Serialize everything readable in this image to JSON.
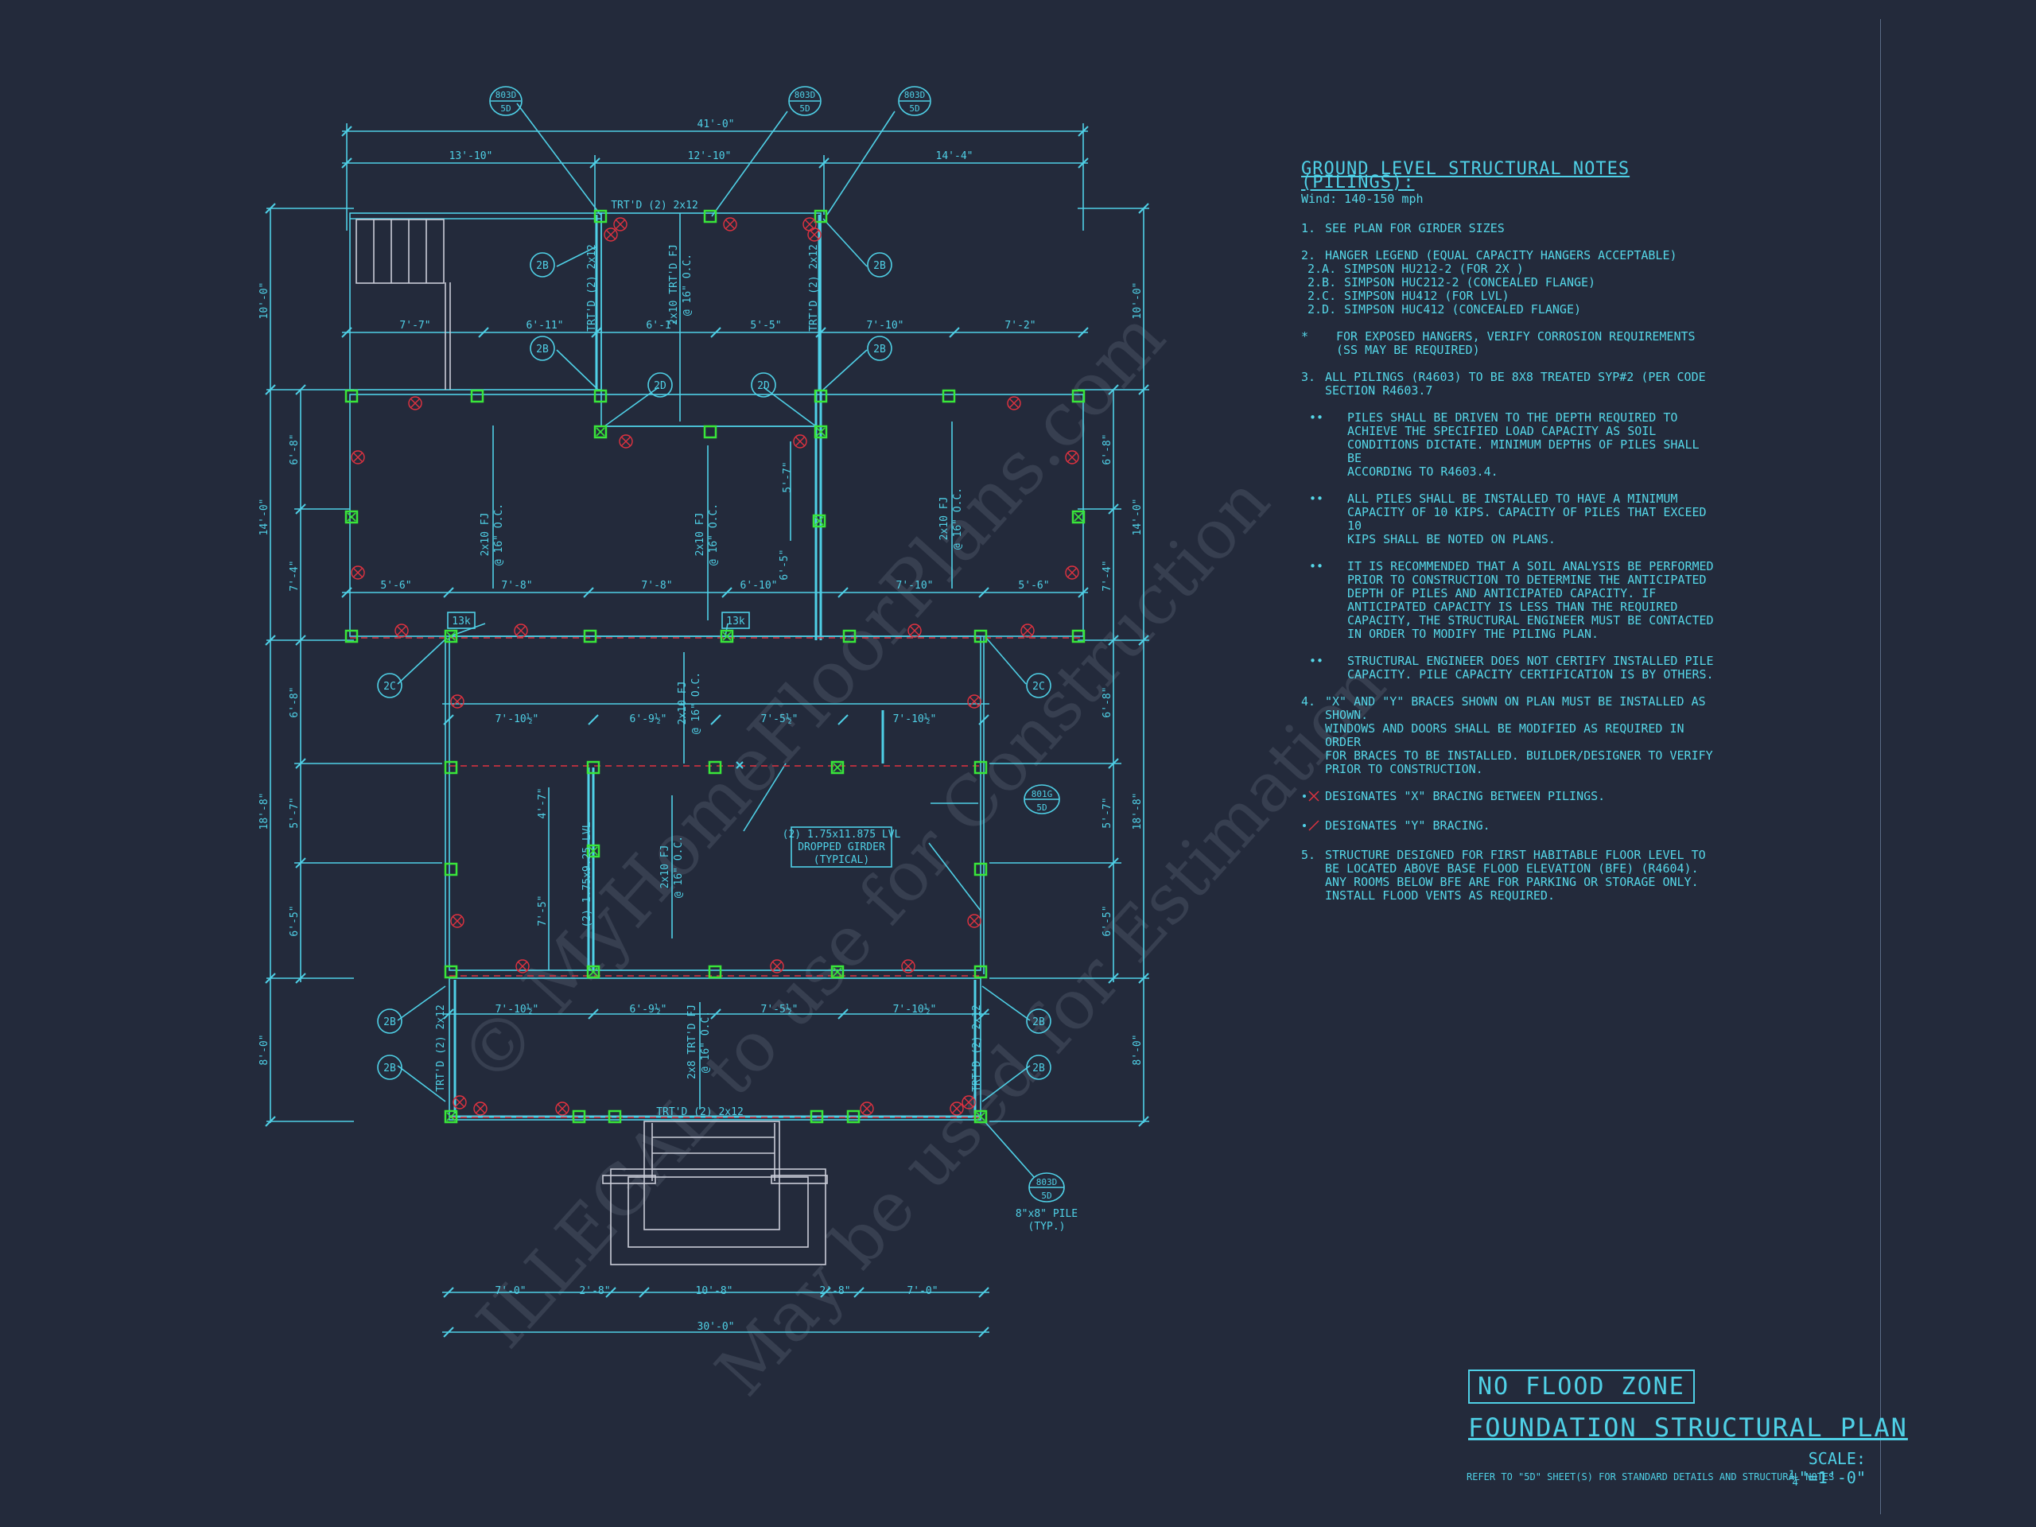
{
  "notes": {
    "title": "GROUND LEVEL STRUCTURAL NOTES (PILINGS):",
    "wind": "Wind: 140-150 mph",
    "n1_num": "1.",
    "n1": "SEE PLAN FOR GIRDER SIZES",
    "n2_num": "2.",
    "n2": "HANGER LEGEND (EQUAL CAPACITY HANGERS ACCEPTABLE)",
    "n2a_num": "2.A.",
    "n2a": "SIMPSON HU212-2 (FOR 2X )",
    "n2b_num": "2.B.",
    "n2b": "SIMPSON HUC212-2 (CONCEALED FLANGE)",
    "n2c_num": "2.C.",
    "n2c": "SIMPSON HU412 (FOR LVL)",
    "n2d_num": "2.D.",
    "n2d": "SIMPSON HUC412 (CONCEALED FLANGE)",
    "star_num": "*",
    "star1": "FOR EXPOSED HANGERS, VERIFY CORROSION REQUIREMENTS",
    "star2": "(SS MAY BE REQUIRED)",
    "n3_num": "3.",
    "n3a": "ALL PILINGS (R4603) TO BE 8X8 TREATED SYP#2 (PER CODE",
    "n3b": "SECTION R4603.7",
    "bul": "••",
    "b1a": "PILES SHALL BE DRIVEN TO THE DEPTH REQUIRED TO",
    "b1b": "ACHIEVE THE SPECIFIED LOAD CAPACITY AS SOIL",
    "b1c": "CONDITIONS DICTATE. MINIMUM DEPTHS OF PILES SHALL BE",
    "b1d": "ACCORDING TO R4603.4.",
    "b2a": "ALL PILES SHALL BE INSTALLED TO HAVE A MINIMUM",
    "b2b": "CAPACITY OF 10 KIPS. CAPACITY OF PILES THAT EXCEED 10",
    "b2c": "KIPS SHALL BE NOTED ON PLANS.",
    "b3a": "IT IS RECOMMENDED THAT A SOIL ANALYSIS BE PERFORMED",
    "b3b": "PRIOR TO CONSTRUCTION TO DETERMINE THE ANTICIPATED",
    "b3c": "DEPTH OF PILES AND ANTICIPATED CAPACITY. IF",
    "b3d": "ANTICIPATED CAPACITY IS LESS THAN THE REQUIRED",
    "b3e": "CAPACITY, THE STRUCTURAL ENGINEER MUST BE CONTACTED",
    "b3f": "IN ORDER TO MODIFY THE PILING PLAN.",
    "b4a": "STRUCTURAL ENGINEER DOES NOT CERTIFY INSTALLED PILE",
    "b4b": "CAPACITY. PILE CAPACITY CERTIFICATION IS BY OTHERS.",
    "n4_num": "4.",
    "n4a": "\"X\" AND \"Y\" BRACES SHOWN ON PLAN MUST BE INSTALLED AS SHOWN.",
    "n4b": "WINDOWS AND DOORS SHALL BE MODIFIED AS REQUIRED IN ORDER",
    "n4c": "FOR BRACES TO BE INSTALLED. BUILDER/DESIGNER TO VERIFY",
    "n4d": "PRIOR TO CONSTRUCTION.",
    "x_bracing": "DESIGNATES \"X\" BRACING BETWEEN PILINGS.",
    "y_bracing": "DESIGNATES \"Y\" BRACING.",
    "n5_num": "5.",
    "n5a": "STRUCTURE DESIGNED FOR FIRST HABITABLE FLOOR LEVEL TO",
    "n5b": "BE LOCATED ABOVE BASE FLOOD ELEVATION (BFE) (R4604).",
    "n5c": "ANY ROOMS BELOW BFE ARE FOR PARKING OR STORAGE ONLY.",
    "n5d": "INSTALL FLOOD VENTS AS REQUIRED."
  },
  "titleblock": {
    "flood": "NO FLOOD ZONE",
    "title": "FOUNDATION STRUCTURAL PLAN",
    "scale": "SCALE: ¼\"=1'-0\"",
    "refer": "REFER TO \"5D\" SHEET(S) FOR STANDARD DETAILS AND STRUCTURAL NOTES"
  },
  "plan": {
    "dim_overall_top": "41'-0\"",
    "dim_top_1": "13'-10\"",
    "dim_top_2": "12'-10\"",
    "dim_top_3": "14'-4\"",
    "dim_r1_1": "7'-7\"",
    "dim_r1_2": "6'-11\"",
    "dim_r1_3": "6'-1\"",
    "dim_r1_4": "5'-5\"",
    "dim_r1_5": "7'-10\"",
    "dim_r1_6": "7'-2\"",
    "dim_r2_1": "5'-6\"",
    "dim_r2_2": "7'-8\"",
    "dim_r2_3": "7'-8\"",
    "dim_r2_4": "6'-10\"",
    "dim_r2_5": "7'-10\"",
    "dim_r2_6": "5'-6\"",
    "dim_r3_1": "7'-10½\"",
    "dim_r3_2": "6'-9½\"",
    "dim_r3_3": "7'-5½\"",
    "dim_r3_4": "7'-10½\"",
    "dim_r4_1": "7'-10½\"",
    "dim_r4_2": "6'-9½\"",
    "dim_r4_3": "7'-5½\"",
    "dim_r4_4": "7'-10½\"",
    "dim_bot_1": "7'-0\"",
    "dim_bot_2": "2'-8\"",
    "dim_bot_3": "10'-8\"",
    "dim_bot_4": "2'-8\"",
    "dim_bot_5": "7'-0\"",
    "dim_overall_bot": "30'-0\"",
    "dim_left_1": "10'-0\"",
    "dim_left_2": "14'-0\"",
    "dim_left_3": "18'-8\"",
    "dim_left_4": "8'-0\"",
    "dim_left_s1": "6'-8\"",
    "dim_left_s2": "7'-4\"",
    "dim_left_s3": "6'-8\"",
    "dim_left_s4": "5'-7\"",
    "dim_left_s5": "6'-5\"",
    "dim_right_1": "10'-0\"",
    "dim_right_2": "14'-0\"",
    "dim_right_3": "18'-8\"",
    "dim_right_4": "8'-0\"",
    "dim_right_s1": "6'-8\"",
    "dim_right_s2": "7'-4\"",
    "dim_right_s3": "6'-8\"",
    "dim_right_s4": "5'-7\"",
    "dim_right_s5": "6'-5\"",
    "dim_mid_v1": "5'-7\"",
    "dim_mid_v2": "6'-5\"",
    "dim_mid_v3": "4'-7\"",
    "dim_mid_v4": "7'-5\"",
    "beam_top": "TRT'D (2) 2x12",
    "beam_bottom": "TRT'D (2) 2x12",
    "beam_v1": "TRT'D (2) 2x12",
    "beam_v2": "TRT'D (2) 2x12",
    "beam_v3": "TRT'D (2) 2x12",
    "beam_v4": "TRT'D (2) 2x12",
    "joist_1": "2x10 TRT'D FJ",
    "joist_1b": "@ 16\" O.C.",
    "joist_2": "2x10 FJ",
    "joist_2b": "@ 16\" O.C.",
    "joist_3": "2x10 FJ",
    "joist_3b": "@ 16\" O.C.",
    "joist_4": "2x10 FJ",
    "joist_4b": "@ 16\" O.C.",
    "joist_5": "2x10 FJ",
    "joist_5b": "@ 16\" O.C.",
    "joist_6": "2x10 FJ",
    "joist_6b": "@ 16\" O.C.",
    "joist_7": "2x8 TRT'D FJ",
    "joist_7b": "@ 16\" O.C.",
    "lvl_v": "(2) 1.75x9.25 LVL",
    "girder_1": "(2) 1.75x11.875 LVL",
    "girder_2": "DROPPED GIRDER",
    "girder_3": "(TYPICAL)",
    "tag_13k": "13k",
    "tag_2b": "2B",
    "tag_2c": "2C",
    "tag_2d": "2D",
    "det_a": "803D",
    "det_b": "5D",
    "det_c": "801G",
    "pile_1": "8\"x8\" PILE",
    "pile_2": "(TYP.)"
  },
  "watermark": {
    "w1": "© MyHomeFloorPlans.com",
    "w2": "ILLEGAL to use for Construction",
    "w3": "May be used for Estimation"
  },
  "colors": {
    "bg": "#232a3b",
    "line": "#4fd0e6",
    "pile": "#39e63a",
    "brace": "#e03240",
    "wall": "#c9ccd8"
  }
}
